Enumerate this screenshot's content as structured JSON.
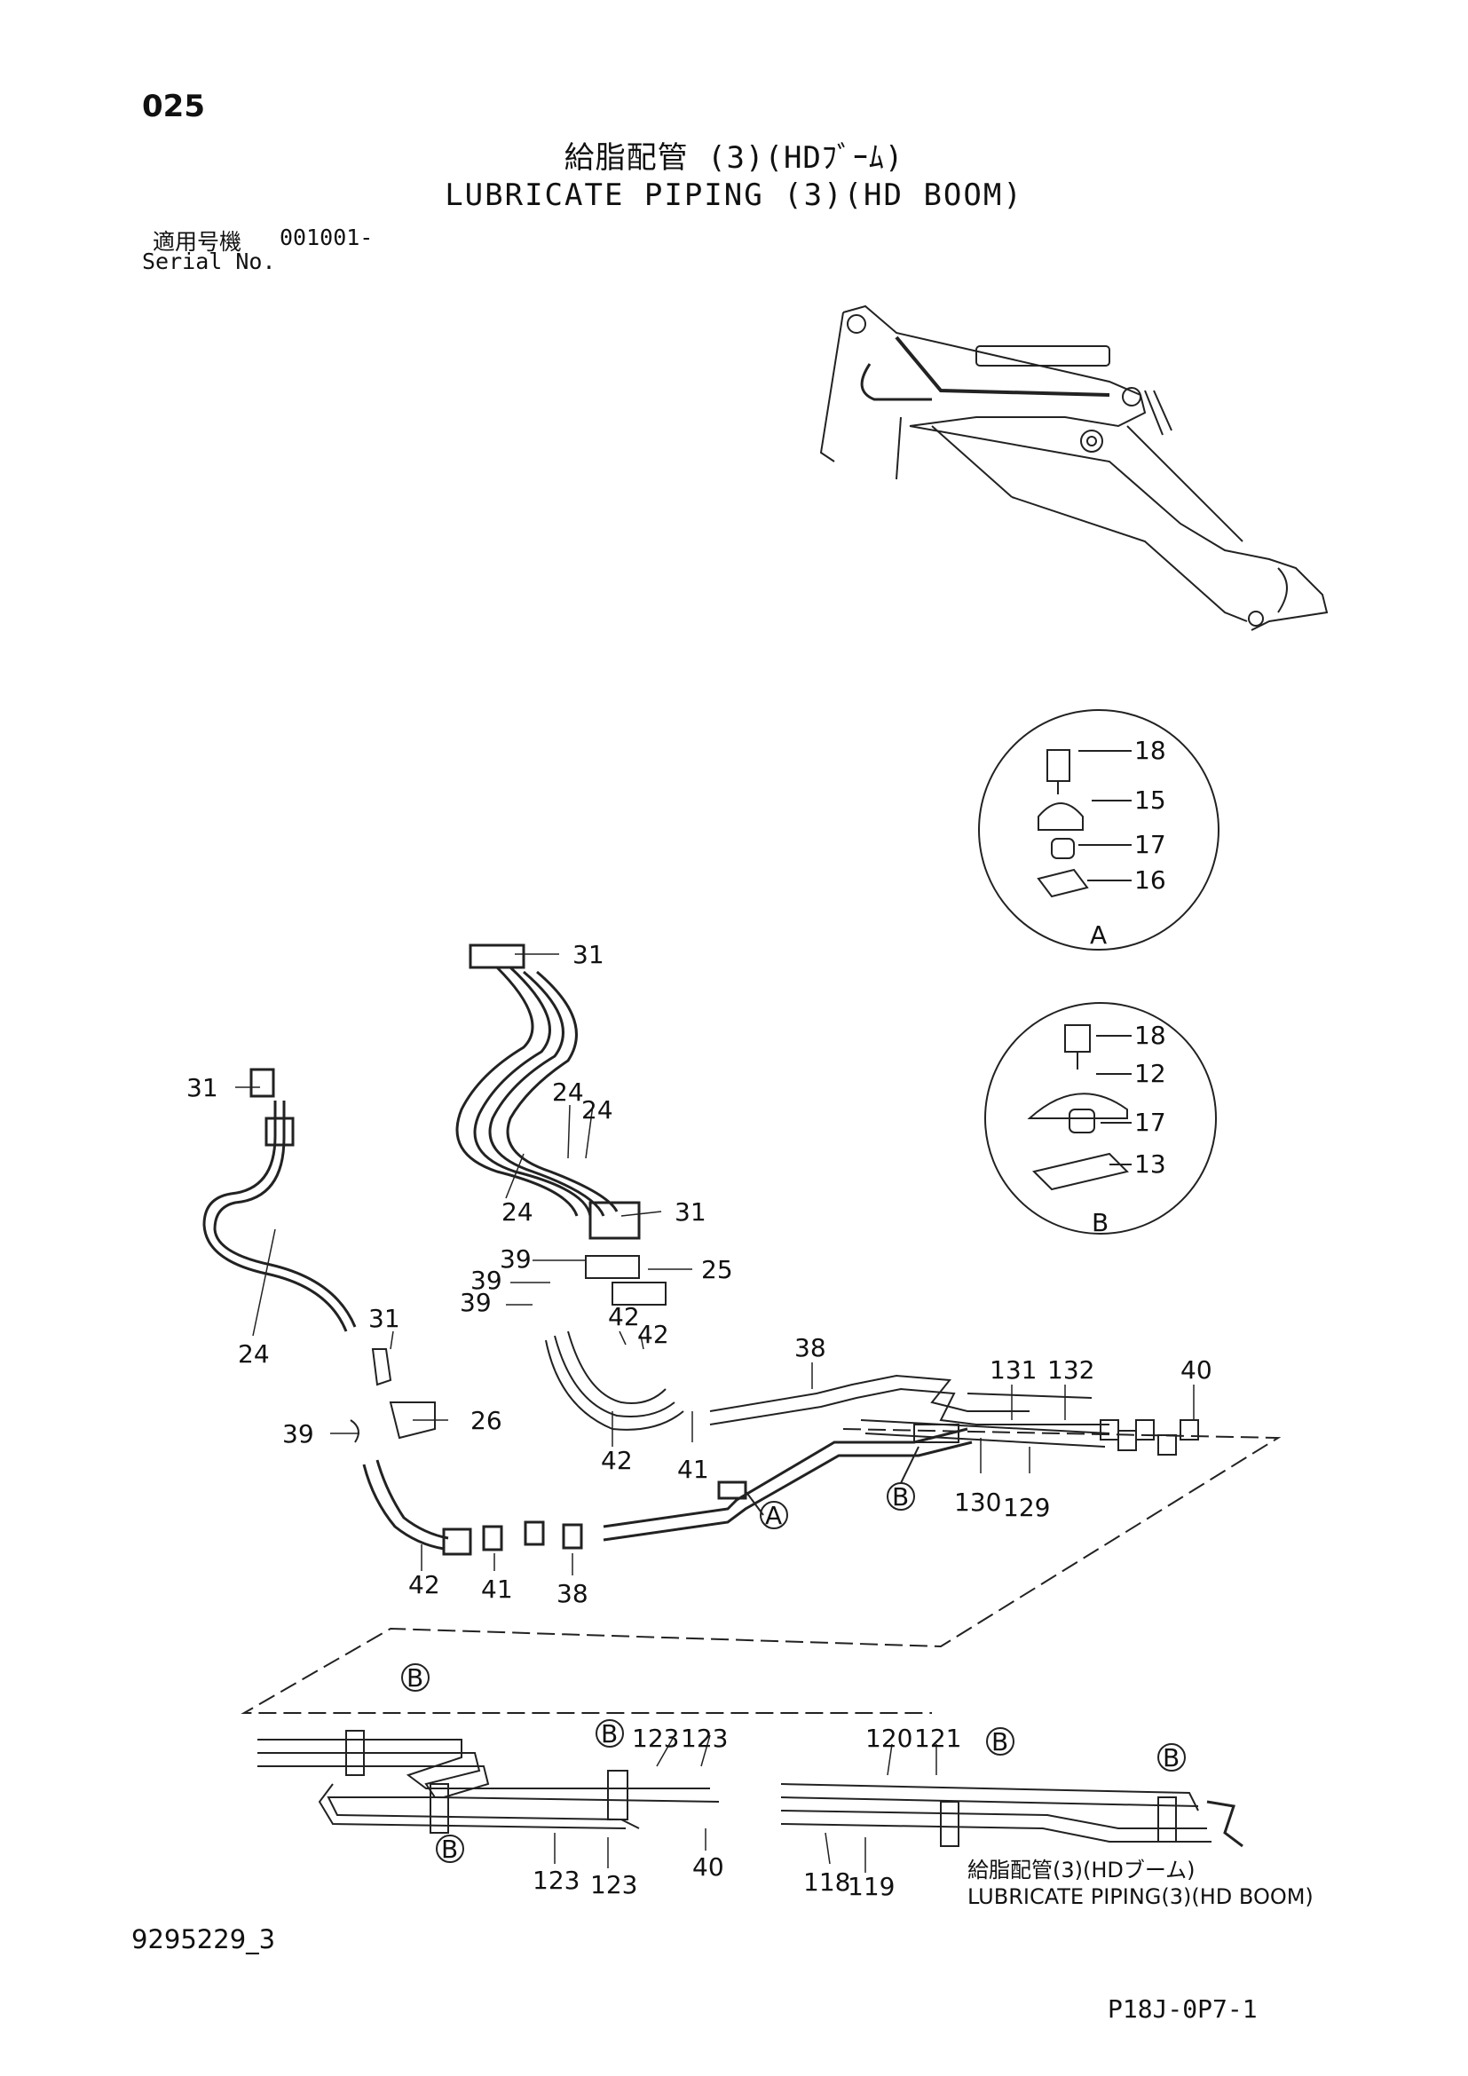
{
  "page_number": "025",
  "title_jp": "給脂配管 (3)(HDﾌﾞｰﾑ)",
  "title_en": "LUBRICATE PIPING (3)(HD BOOM)",
  "serial": {
    "label_jp": "適用号機",
    "label_en": "Serial No.",
    "value": "001001-"
  },
  "doc_number": "9295229_3",
  "sheet_code": "P18J-0P7-1",
  "continuation": {
    "jp": "給脂配管(3)(HDブーム)",
    "en": "LUBRICATE  PIPING(3)(HD BOOM)"
  },
  "detail_views": {
    "a": "A",
    "b": "B"
  },
  "callouts": {
    "a18": "18",
    "a15": "15",
    "a17": "17",
    "a16": "16",
    "b18": "18",
    "b12": "12",
    "b17": "17",
    "b13": "13",
    "c31_top": "31",
    "c31_left": "31",
    "c24_left": "24",
    "c24_m1": "24",
    "c24_m2": "24",
    "c24_m3": "24",
    "c31_mid": "31",
    "c25": "25",
    "c39_1": "39",
    "c39_2": "39",
    "c39_3": "39",
    "c31_small": "31",
    "c42_a": "42",
    "c42_b": "42",
    "c26": "26",
    "c39_low": "39",
    "c42_low": "42",
    "c42_c": "42",
    "c41_low": "41",
    "c38_low": "38",
    "c38_up": "38",
    "c41_up": "41",
    "c131": "131",
    "c132": "132",
    "c40_up": "40",
    "c130": "130",
    "c129": "129",
    "c123_1": "123",
    "c123_2": "123",
    "c123_3": "123",
    "c123_4": "123",
    "c120": "120",
    "c121": "121",
    "c40_low": "40",
    "c118": "118",
    "c119": "119"
  }
}
